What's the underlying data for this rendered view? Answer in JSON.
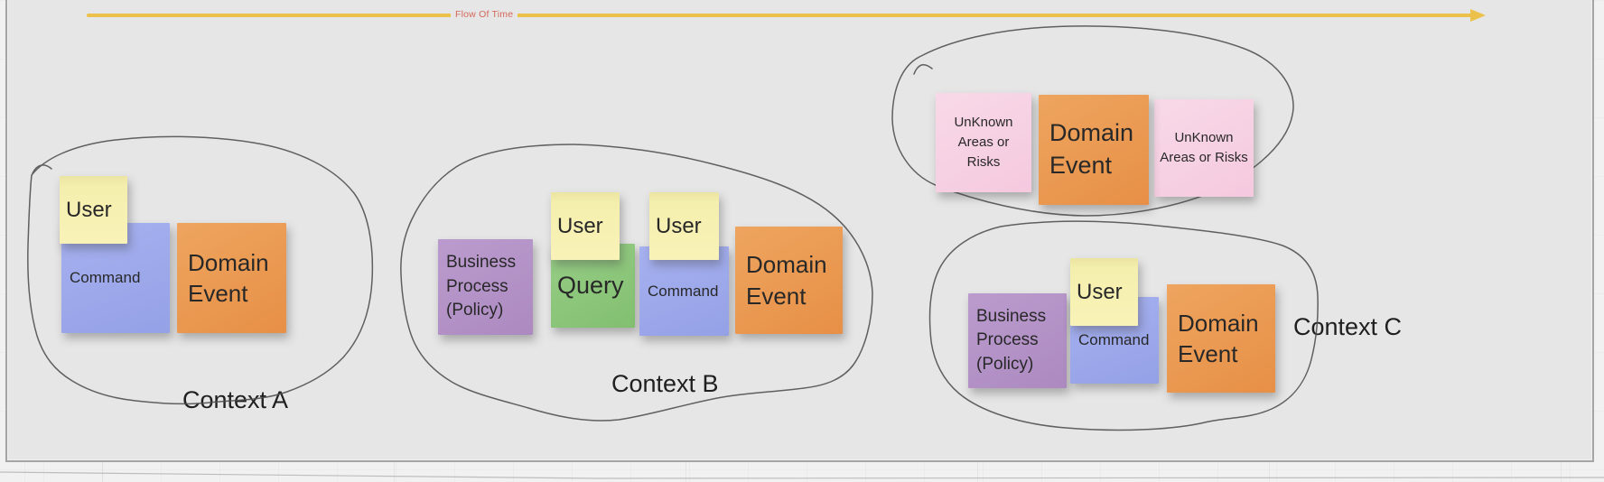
{
  "canvas": {
    "background": "#e6e6e6",
    "outer_background": "#f1f1f1",
    "outline_color": "#4d4d4d"
  },
  "flow": {
    "label": "Flow Of Time",
    "arrow_color": "#ecc14b",
    "label_color": "#d4685a"
  },
  "labels": {
    "context_a": "Context A",
    "context_b": "Context B",
    "context_c": "Context C"
  },
  "palette": {
    "actor_yellow": "#f5efae",
    "command_blue": "#9da9e9",
    "domain_event_orange": "#eb9e55",
    "policy_purple": "#b494c8",
    "query_green": "#8fc97e",
    "risk_pink": "#f7d0e3"
  },
  "stickies": {
    "user_a": {
      "text": "User"
    },
    "command_a": {
      "text": "Command"
    },
    "domain_event_a": {
      "text": "Domain Event"
    },
    "business_process_b": {
      "text": "Business Process (Policy)"
    },
    "user_b1": {
      "text": "User"
    },
    "query_b": {
      "text": "Query"
    },
    "user_b2": {
      "text": "User"
    },
    "command_b": {
      "text": "Command"
    },
    "domain_event_b": {
      "text": "Domain Event"
    },
    "unknown_risk_1": {
      "text": "UnKnown Areas or Risks"
    },
    "domain_event_top": {
      "text": "Domain Event"
    },
    "unknown_risk_2": {
      "text": "UnKnown Areas or Risks"
    },
    "business_process_c": {
      "text": "Business Process (Policy)"
    },
    "user_c": {
      "text": "User"
    },
    "command_c": {
      "text": "Command"
    },
    "domain_event_c": {
      "text": "Domain Event"
    }
  }
}
